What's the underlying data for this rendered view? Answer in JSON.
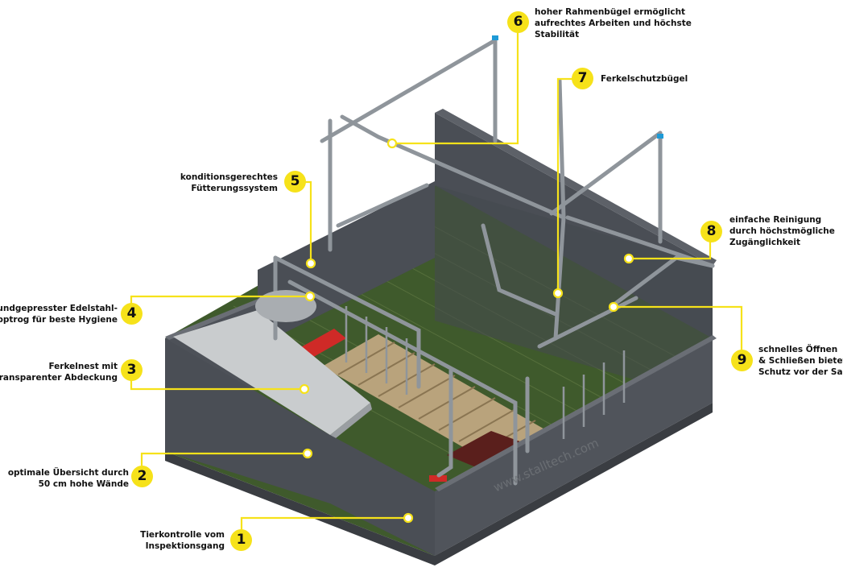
{
  "watermark": "www.stalltech.com",
  "colors": {
    "callout": "#f6e21a",
    "wall": "#4a4e55",
    "wall_top": "#5d6168",
    "floor": "#3f5a2c",
    "grate": "#b9a37c",
    "heater": "#cf2a27",
    "pipe": "#8f959b"
  },
  "callouts": [
    {
      "number": "1",
      "lines": [
        "Tierkontrolle vom",
        "Inspektionsgang"
      ]
    },
    {
      "number": "2",
      "lines": [
        "optimale Übersicht durch",
        "50 cm hohe Wände"
      ]
    },
    {
      "number": "3",
      "lines": [
        "Ferkelnest mit",
        "transparenter Abdeckung"
      ]
    },
    {
      "number": "4",
      "lines": [
        "rundgepresster Edelstahl-",
        "kipptrog für beste Hygiene"
      ]
    },
    {
      "number": "5",
      "lines": [
        "konditionsgerechtes",
        "Fütterungssystem"
      ]
    },
    {
      "number": "6",
      "lines": [
        "hoher Rahmenbügel ermöglicht",
        "aufrechtes Arbeiten und höchste",
        "Stabilität"
      ]
    },
    {
      "number": "7",
      "lines": [
        "Ferkelschutzbügel"
      ]
    },
    {
      "number": "8",
      "lines": [
        "einfache Reinigung",
        "durch höchstmögliche",
        "Zugänglichkeit"
      ]
    },
    {
      "number": "9",
      "lines": [
        "schnelles Öffnen",
        "& Schließen bietet",
        "Schutz vor der Sau"
      ]
    }
  ]
}
